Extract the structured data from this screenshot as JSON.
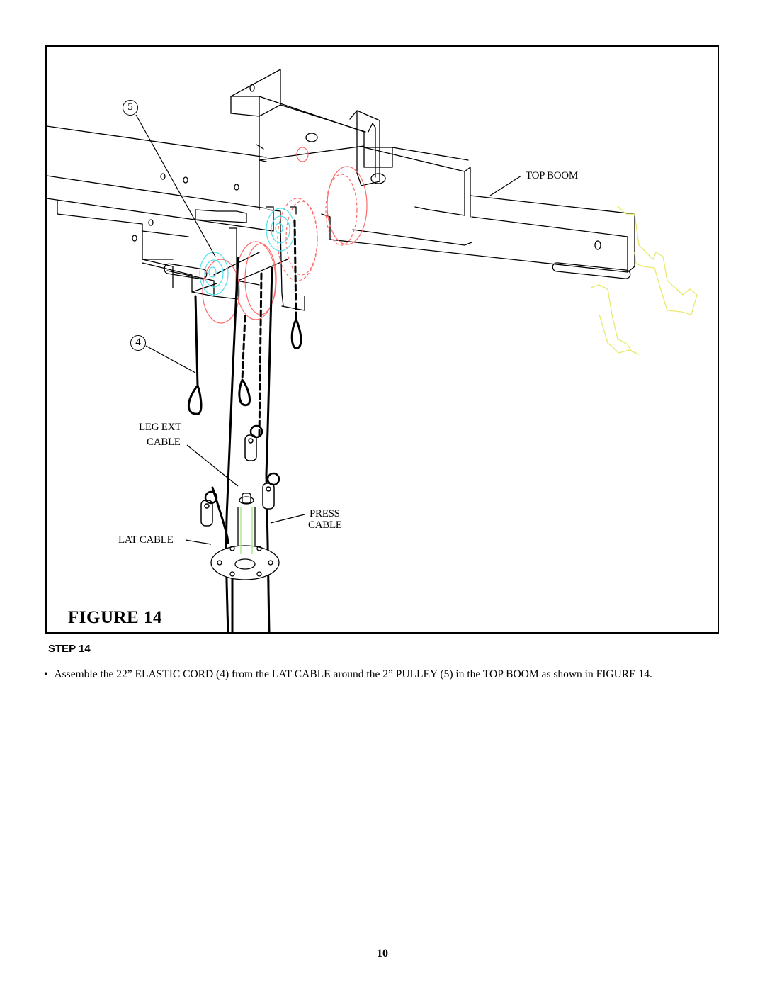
{
  "figure": {
    "title": "FIGURE 14",
    "callouts": {
      "pulley_number": "5",
      "elastic_cord_number": "4"
    },
    "labels": {
      "top_boom": "TOP BOOM",
      "leg_ext_line1": "LEG EXT",
      "leg_ext_line2": "CABLE",
      "press_line1": "PRESS",
      "press_line2": "CABLE",
      "lat_cable": "LAT CABLE"
    },
    "colors": {
      "pulley_highlight": "#ff6a6a",
      "pulley_inner": "#4fe3ef",
      "weight_stack_part": "#e9ea6a",
      "selector_pin": "#9be37a"
    }
  },
  "step": {
    "heading": "STEP 14",
    "bullet": "•",
    "instruction": "Assemble the 22” ELASTIC CORD (4) from the LAT CABLE around the 2” PULLEY (5) in the TOP BOOM as shown in FIGURE 14."
  },
  "page_number": "10"
}
